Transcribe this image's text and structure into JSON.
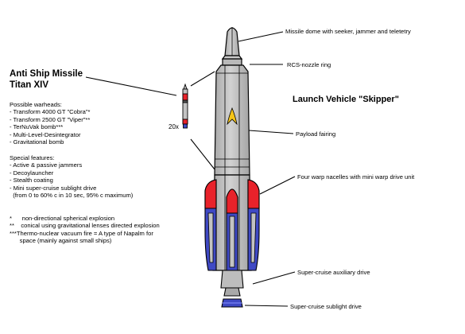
{
  "title": {
    "line1": "Anti Ship Missile",
    "line2": "Titan XIV"
  },
  "vehicle_name": "Launch Vehicle \"Skipper\"",
  "multiplier": "20x",
  "warheads": {
    "heading": "Possible warheads:",
    "items": [
      "- Transform 4000 GT \"Cobra\"*",
      "- Transform 2500 GT \"Viper\"**",
      "- TerNuVak bomb***",
      "- Multi-Level-Desintegrator",
      "- Gravitational bomb"
    ]
  },
  "features": {
    "heading": "Special features:",
    "items": [
      "- Active & passive jammers",
      "- Decoylauncher",
      "- Stealth coating",
      "- Mini super-cruise sublight drive",
      "  (from 0 to 60% c in 10 sec, 95% c maximum)"
    ]
  },
  "footnotes": [
    "*      non-directional spherical explosion",
    "**    conical using gravitational lenses directed explosion",
    "***Thermo-nuclear vacuum fire = A type of Napalm for",
    "      space (mainly against small ships)"
  ],
  "callouts": {
    "dome": "Missile dome with seeker, jammer and teletetry",
    "rcs": "RCS-nozzle ring",
    "fairing": "Payload fairing",
    "nacelles": "Four warp nacelles with mini warp drive unit",
    "auxiliary": "Super-cruise auxiliary drive",
    "sublight": "Super-cruise sublight drive"
  },
  "colors": {
    "hull": "#c3c3c3",
    "nacelle_red": "#e8222a",
    "nacelle_blue": "#3f49c4",
    "insignia": "#f5c518"
  }
}
